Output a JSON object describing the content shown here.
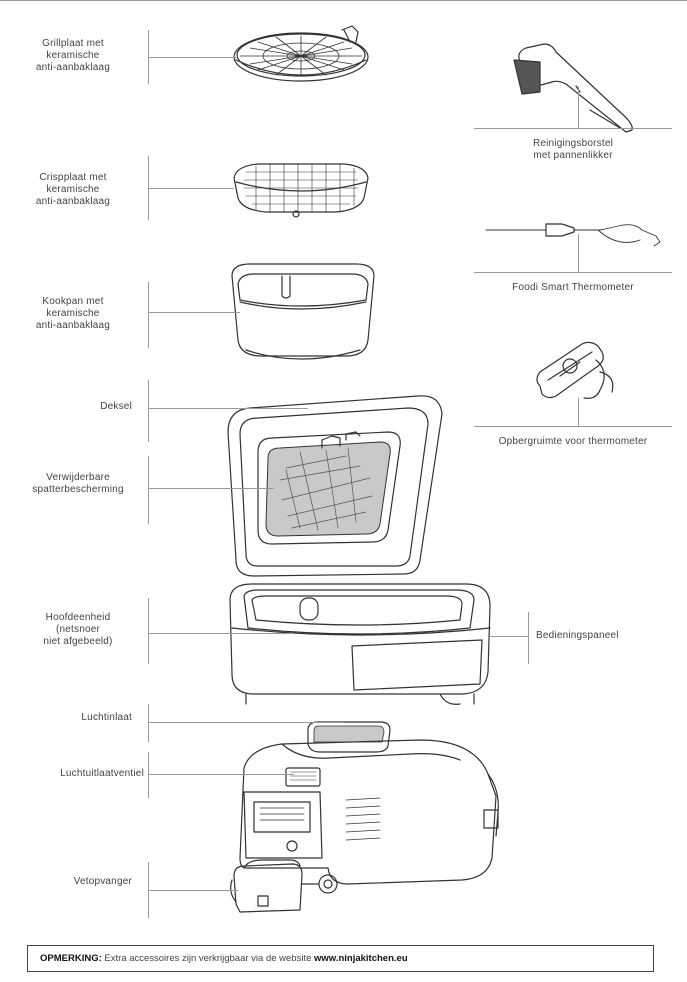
{
  "labels": {
    "grillplate": [
      "Grillplaat met",
      "keramische",
      "anti-aanbaklaag"
    ],
    "crispplate": [
      "Crispplaat met",
      "keramische",
      "anti-aanbaklaag"
    ],
    "cookpot": [
      "Kookpan met",
      "keramische",
      "anti-aanbaklaag"
    ],
    "lid": "Deksel",
    "splatter": [
      "Verwijderbare",
      "spatterbescherming"
    ],
    "mainunit": [
      "Hoofdeenheid",
      "(netsnoer",
      "niet afgebeeld)"
    ],
    "airinlet": "Luchtinlaat",
    "airoutlet": "Luchtuitlaatventiel",
    "greasetrap": "Vetopvanger",
    "brush": [
      "Reinigingsborstel",
      "met pannenlikker"
    ],
    "thermometer": "Foodi Smart Thermometer",
    "storage": "Opbergruimte voor thermometer",
    "controlpanel": "Bedieningspaneel"
  },
  "note": {
    "prefix": "OPMERKING:",
    "text": " Extra accessoires zijn verkrijgbaar via de website ",
    "url": "www.ninjakitchen.eu"
  }
}
